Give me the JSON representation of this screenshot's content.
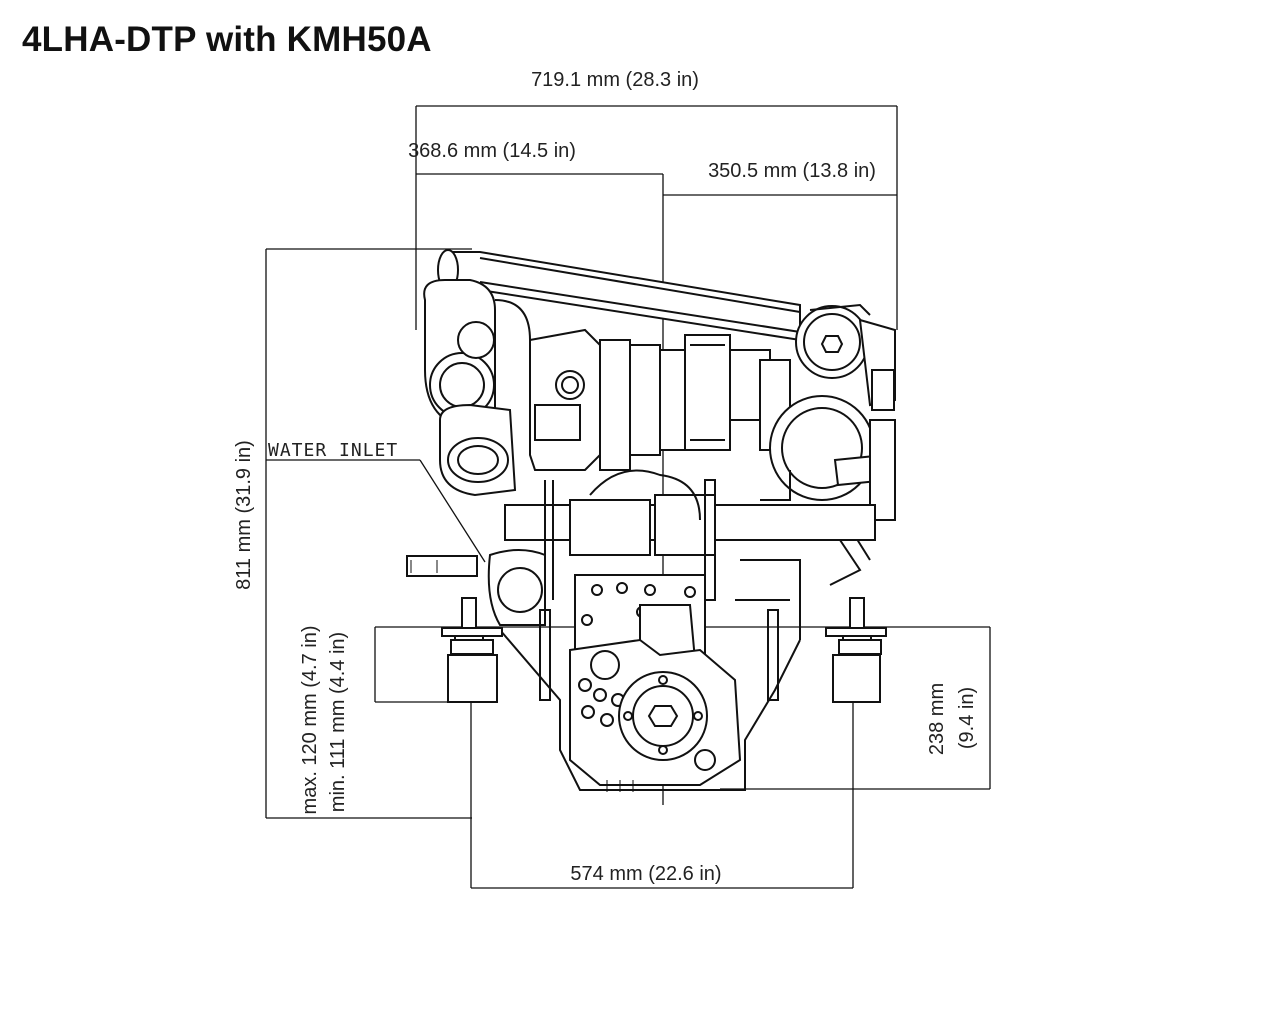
{
  "title": "4LHA-DTP with KMH50A",
  "labels": {
    "water_inlet": "WATER INLET"
  },
  "dimensions": {
    "overall_width": "719.1 mm (28.3 in)",
    "left_width": "368.6 mm (14.5 in)",
    "right_width": "350.5 mm (13.8 in)",
    "overall_height": "811  mm (31.9 in)",
    "mount_max": "max. 120 mm (4.7 in)",
    "mount_min": "min. 111 mm (4.4 in)",
    "right_height_mm": "238 mm",
    "right_height_in": "(9.4 in)",
    "mount_span": "574 mm (22.6 in)"
  }
}
